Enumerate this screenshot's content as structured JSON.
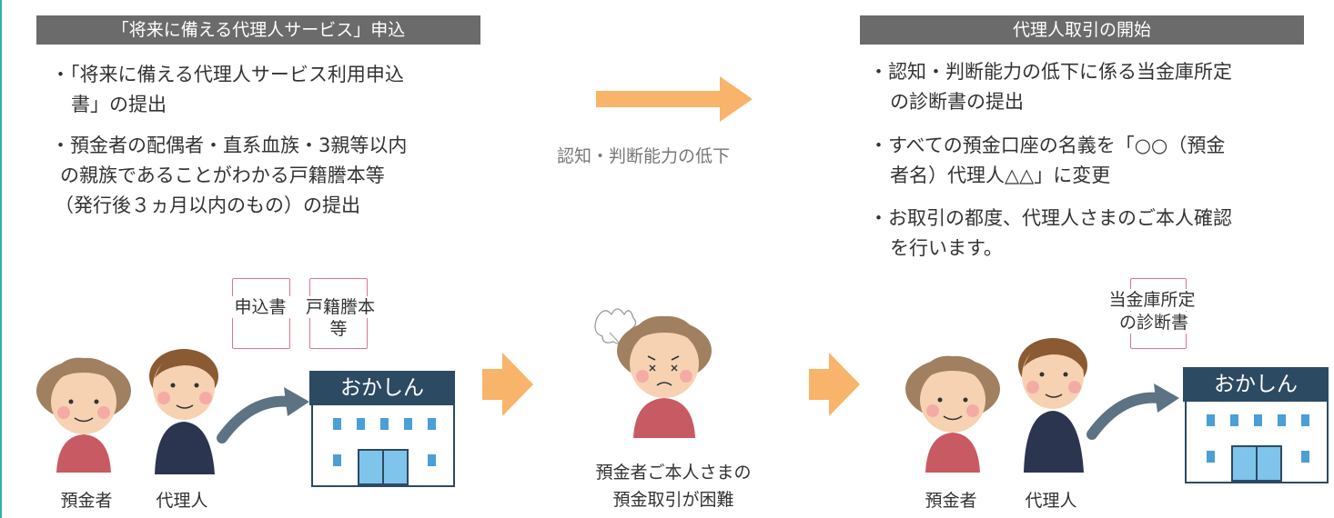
{
  "colors": {
    "header_bg": "#6b6b6b",
    "arrow_orange": "#f8b46a",
    "bank_navy": "#2d4a63",
    "bank_window": "#4a9fd6",
    "doc_border": "#e2748c",
    "accent_teal": "#2fb3b0"
  },
  "left": {
    "header": "「将来に備える代理人サービス」申込",
    "bullets": [
      [
        "・「将来に備える代理人サービス利用申込",
        "書」の提出"
      ],
      [
        "・預金者の配偶者・直系血族・3親等以内",
        "の親族であることがわかる戸籍謄本等",
        "（発行後３ヵ月以内のもの）の提出"
      ]
    ],
    "doc1": "申込書",
    "doc2_line1": "戸籍謄本",
    "doc2_line2": "等",
    "bank_name": "おかしん",
    "label_depositor": "預金者",
    "label_agent": "代理人"
  },
  "middle": {
    "label": "認知・判断能力の低下",
    "caption_line1": "預金者ご本人さまの",
    "caption_line2": "預金取引が困難"
  },
  "right": {
    "header": "代理人取引の開始",
    "bullets": [
      [
        "・認知・判断能力の低下に係る当金庫所定",
        "の診断書の提出"
      ],
      [
        "・すべての預金口座の名義を「○○（預金",
        "者名）代理人△△」に変更"
      ],
      [
        "・お取引の都度、代理人さまのご本人確認",
        "を行います。"
      ]
    ],
    "doc_line1": "当金庫所定",
    "doc_line2": "の診断書",
    "bank_name": "おかしん",
    "label_depositor": "預金者",
    "label_agent": "代理人"
  }
}
